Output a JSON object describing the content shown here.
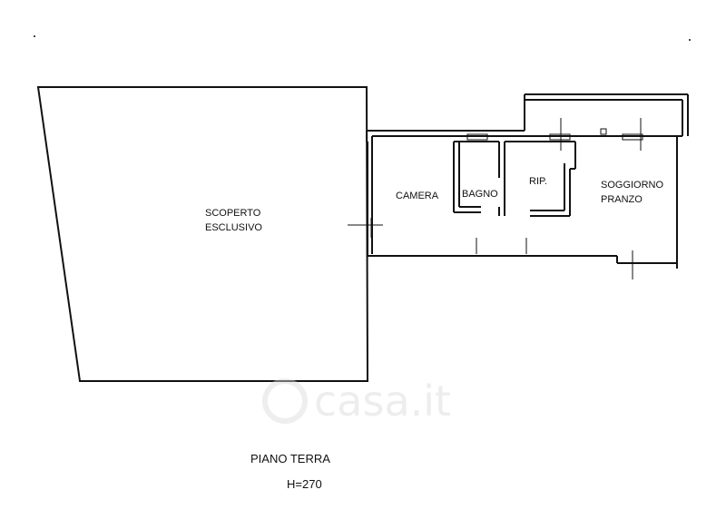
{
  "rooms": {
    "scoperto_line1": "SCOPERTO",
    "scoperto_line2": "ESCLUSIVO",
    "camera": "CAMERA",
    "bagno": "BAGNO",
    "ripostiglio": "RIP.",
    "soggiorno_line1": "SOGGIORNO",
    "soggiorno_line2": "PRANZO"
  },
  "caption": {
    "floor": "PIANO TERRA",
    "height": "H=270"
  },
  "watermark": {
    "brand": "casa.it"
  },
  "colors": {
    "lines": "#111111",
    "background": "#ffffff",
    "watermark": "#d9d9d9"
  }
}
